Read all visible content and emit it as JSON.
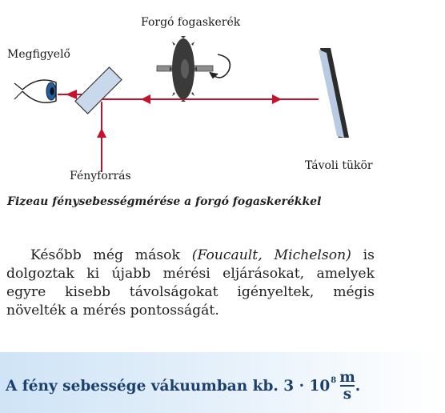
{
  "diagram": {
    "labels": {
      "wheel": "Forgó fogaskerék",
      "observer": "Megfigyelő",
      "light_source": "Fényforrás",
      "mirror": "Távoli tükör"
    },
    "colors": {
      "beam": "#c8102e",
      "wheel": "#3a3a3a",
      "mirror": "#b8cbe2",
      "splitter": "#c9d8ea"
    },
    "icons": [
      "eye-icon",
      "gear-wheel-icon",
      "rotation-arrow-icon"
    ]
  },
  "caption": "Fizeau fénysebességmérése a forgó fogaskerékkel",
  "paragraph": {
    "before": "Később még mások ",
    "italic": "(Foucault, Michelson)",
    "after": " is dolgoztak ki újabb mérési eljárásokat, amelyek egyre kisebb távolságokat igényeltek, mégis növelték a mérés pontosságát."
  },
  "fact": {
    "text": "A fény sebessége vákuumban kb. 3 · 10",
    "exponent": "8",
    "unit_numerator": "m",
    "unit_denominator": "s",
    "end": ".",
    "accent": "#1b3f6e"
  }
}
